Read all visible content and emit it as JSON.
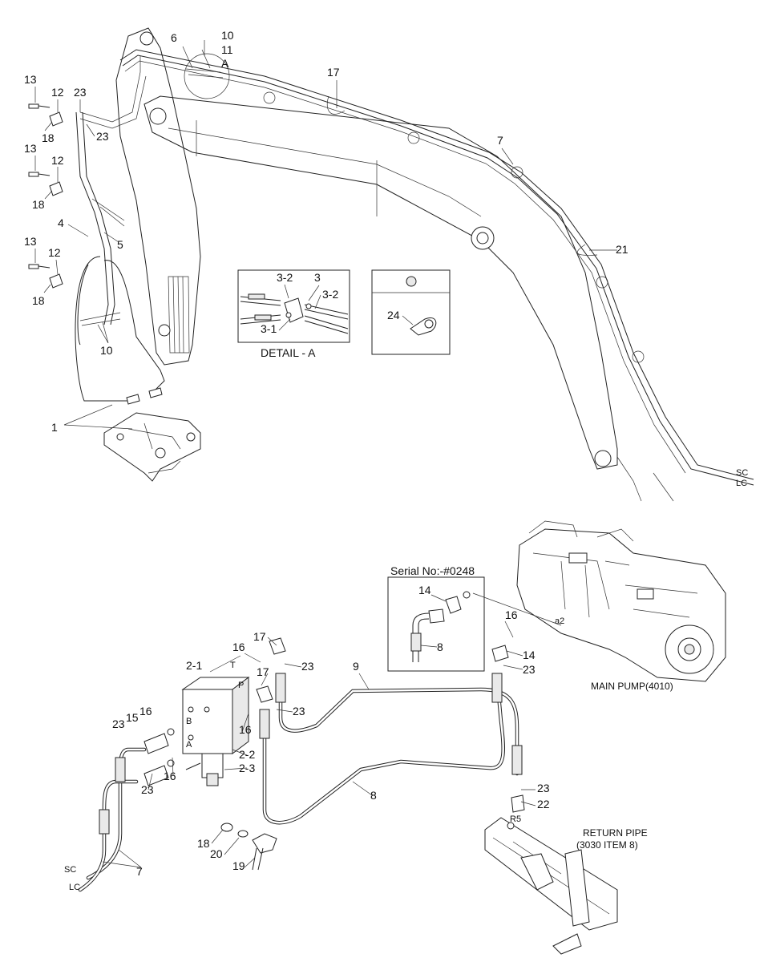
{
  "detail_box": {
    "caption": "DETAIL - A",
    "labels": [
      "3-2",
      "3",
      "3-2",
      "3-1"
    ]
  },
  "clamp_box": {
    "label": "24"
  },
  "serial_box": {
    "title": "Serial No:-#0248",
    "labels": [
      "14",
      "8"
    ]
  },
  "captions": {
    "main_pump": "MAIN PUMP(4010)",
    "return_pipe_1": "RETURN PIPE",
    "return_pipe_2": "(3030 ITEM 8)",
    "detail_marker": "A"
  },
  "line_ends": {
    "sc": "SC",
    "lc": "LC"
  },
  "port_marks": {
    "t": "T",
    "p": "P",
    "b": "B",
    "a": "A",
    "a2": "a2",
    "r5": "R5"
  },
  "callouts_top": [
    "10",
    "6",
    "11",
    "17",
    "13",
    "12",
    "23",
    "18",
    "23",
    "13",
    "12",
    "18",
    "7",
    "4",
    "5",
    "21",
    "13",
    "12",
    "18",
    "10",
    "1"
  ],
  "callouts_bottom": [
    "16",
    "14",
    "23",
    "17",
    "16",
    "23",
    "9",
    "2-1",
    "17",
    "23",
    "16",
    "23",
    "15",
    "16",
    "2-2",
    "2-3",
    "16",
    "23",
    "8",
    "23",
    "22",
    "18",
    "20",
    "19",
    "7"
  ]
}
